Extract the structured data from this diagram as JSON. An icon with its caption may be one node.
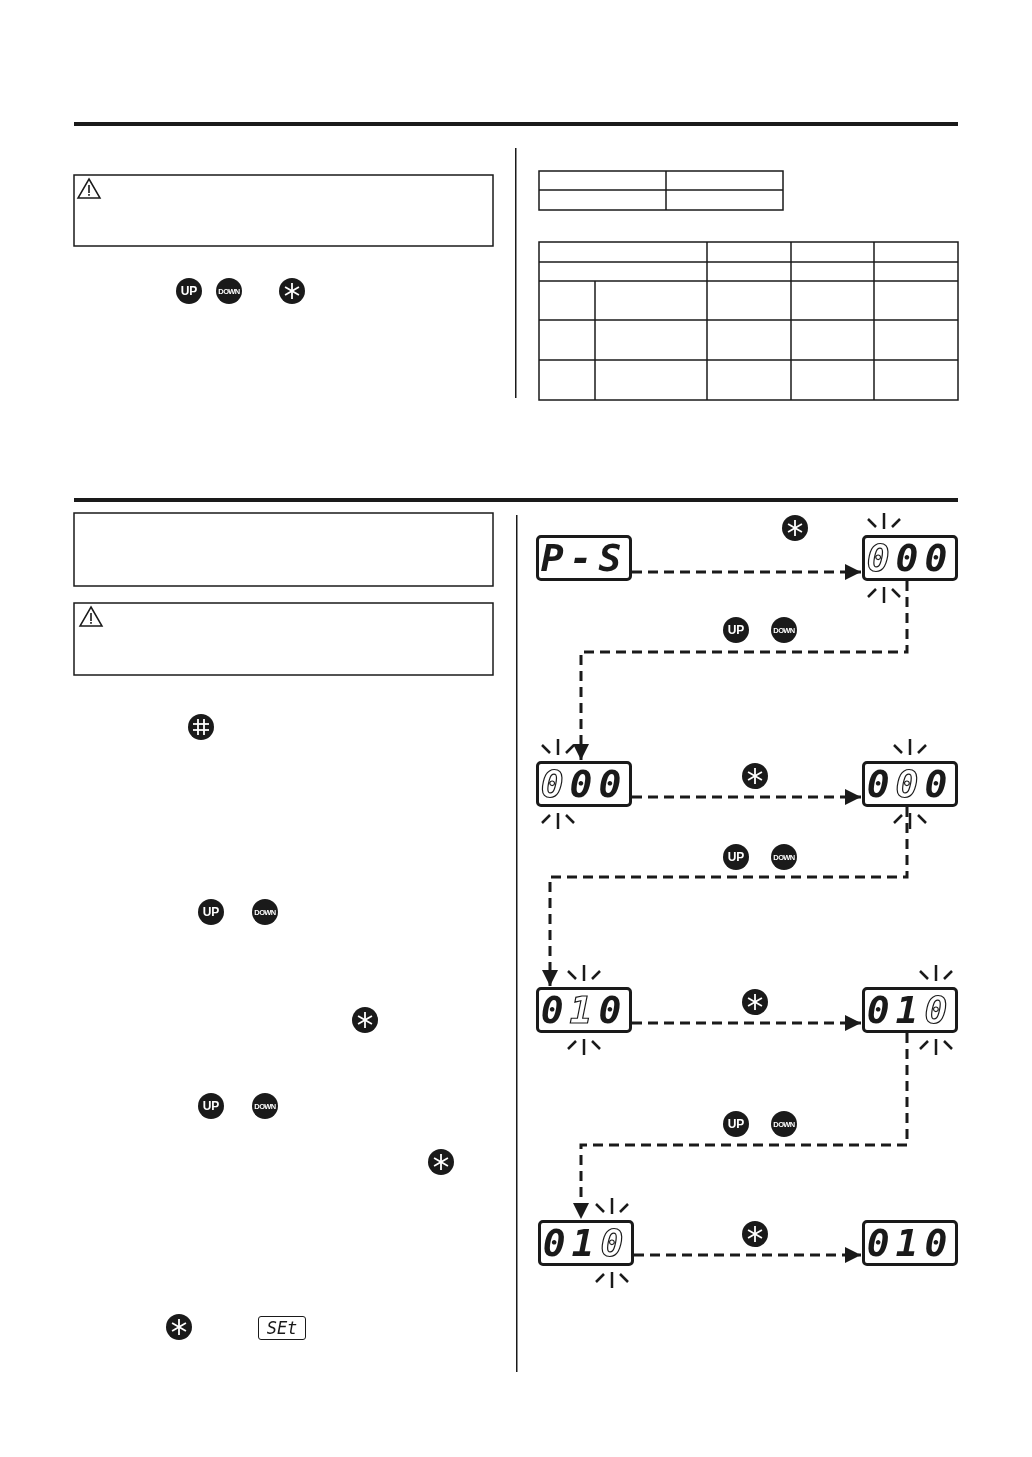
{
  "diagram": {
    "nodes": [
      {
        "text": [
          "P-S"
        ]
      },
      {
        "text": [
          "000"
        ]
      },
      {
        "text": [
          "000"
        ]
      },
      {
        "text": [
          "000"
        ]
      },
      {
        "text": [
          "010"
        ]
      },
      {
        "text": [
          "010"
        ]
      },
      {
        "text": [
          "010"
        ]
      },
      {
        "text": [
          "010"
        ]
      }
    ],
    "edges": [
      {
        "from": 0,
        "to": 1,
        "arrow": "to",
        "style": "dashed"
      },
      {
        "from": 1,
        "to": 2,
        "arrow": "to",
        "style": "dashed"
      },
      {
        "from": 2,
        "to": 3,
        "arrow": "to",
        "style": "dashed"
      },
      {
        "from": 3,
        "to": 4,
        "arrow": "to",
        "style": "dashed"
      },
      {
        "from": 4,
        "to": 5,
        "arrow": "to",
        "style": "dashed"
      },
      {
        "from": 5,
        "to": 6,
        "arrow": "to",
        "style": "dashed"
      },
      {
        "from": 6,
        "to": 7,
        "arrow": "to",
        "style": "dashed"
      }
    ],
    "labels": [
      "UP",
      "DOWN",
      "UP",
      "DOWN",
      "UP",
      "DOWN",
      "SEt",
      "UP",
      "DOWN",
      "UP",
      "DOWN",
      "UP",
      "DOWN"
    ]
  }
}
